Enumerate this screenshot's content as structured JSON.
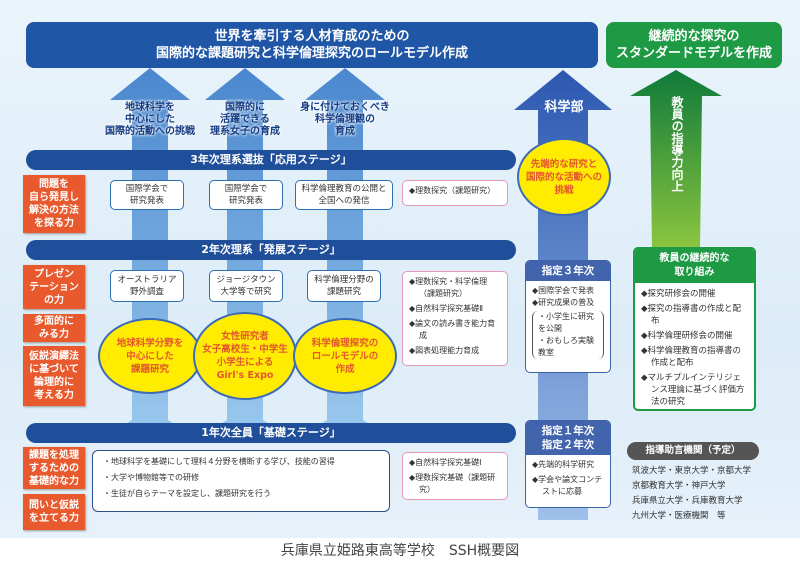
{
  "top_banner": {
    "line1": "世界を牽引する人材育成のための",
    "line2": "国際的な課題研究と科学倫理探究のロールモデル作成"
  },
  "green_banner": {
    "line1": "継続的な探究の",
    "line2": "スタンダードモデルを作成"
  },
  "arrow_labels": [
    {
      "l1": "地球科学を",
      "l2": "中心にした",
      "l3": "国際的活動への挑戦"
    },
    {
      "l1": "国際的に",
      "l2": "活躍できる",
      "l3": "理系女子の育成"
    },
    {
      "l1": "身に付けておくべき",
      "l2": "科学倫理観の",
      "l3": "育成"
    }
  ],
  "stages": {
    "s3": "3年次理系選抜「応用ステージ」",
    "s2": "2年次理系「発展ステージ」",
    "s1": "1年次全員「基礎ステージ」"
  },
  "abilities": [
    {
      "l1": "問題を",
      "l2": "自ら発見し",
      "l3": "解決の方法",
      "l4": "を探る力"
    },
    {
      "l1": "プレゼン",
      "l2": "テーション",
      "l3": "の力"
    },
    {
      "l1": "多面的に",
      "l2": "みる力"
    },
    {
      "l1": "仮説演繹法",
      "l2": "に基づいて",
      "l3": "論理的に",
      "l4": "考える力"
    },
    {
      "l1": "課題を処理",
      "l2": "するための",
      "l3": "基礎的な力"
    },
    {
      "l1": "問いと仮説",
      "l2": "を立てる力"
    }
  ],
  "row3": [
    {
      "l1": "国際学会で",
      "l2": "研究発表"
    },
    {
      "l1": "国際学会で",
      "l2": "研究発表"
    },
    {
      "l1": "科学倫理教育の公開と",
      "l2": "全国への発信"
    }
  ],
  "row3_pink": [
    "◆理数探究（課題研究）"
  ],
  "row2": [
    {
      "l1": "オーストラリア",
      "l2": "野外調査"
    },
    {
      "l1": "ジョージタウン",
      "l2": "大学等で研究"
    },
    {
      "l1": "科学倫理分野の",
      "l2": "課題研究"
    }
  ],
  "row2_pink": [
    "◆理数探究・科学倫理（課題研究）",
    "◆自然科学探究基礎Ⅱ",
    "◆論文の読み書き能力育成",
    "◆図表処理能力育成"
  ],
  "ellipses": [
    {
      "l1": "地球科学分野を",
      "l2": "中心にした",
      "l3": "課題研究"
    },
    {
      "l1": "女性研究者",
      "l2": "女子高校生・中学生",
      "l3": "小学生による",
      "l4": "Girl's Expo"
    },
    {
      "l1": "科学倫理探究の",
      "l2": "ロールモデルの",
      "l3": "作成"
    }
  ],
  "row1_items": [
    "・地球科学を基礎にして理科４分野を横断する学び、技能の習得",
    "・大学や博物館等での研修",
    "・生徒が自らテーマを設定し、課題研究を行う"
  ],
  "row1_pink": [
    "◆自然科学探究基礎Ⅰ",
    "◆理数探究基礎（課題研究）"
  ],
  "science_club": {
    "label": "科学部",
    "ellipse": {
      "l1": "先端的な研究と",
      "l2": "国際的な活動への",
      "l3": "挑戦"
    }
  },
  "year3_box": {
    "title": "指定３年次",
    "items": [
      "◆国際学会で発表",
      "◆研究成果の普及"
    ],
    "sub": [
      "・小学生に研究を公開",
      "・おもしろ実験教室"
    ]
  },
  "year12_box": {
    "title1": "指定１年次",
    "title2": "指定２年次",
    "items": [
      "◆先端的科学研究",
      "◆学会や論文コンテストに応募"
    ]
  },
  "teacher_arrow": "教員の指導力向上",
  "teacher_box": {
    "title1": "教員の継続的な",
    "title2": "取り組み",
    "items": [
      "◆探究研修会の開催",
      "◆探究の指導書の作成と配布",
      "◆科学倫理研修会の開催",
      "◆科学倫理教育の指導書の作成と配布",
      "◆マルチプルインテリジェンス理論に基づく評価方法の研究"
    ]
  },
  "advisors": {
    "title": "指導助言機関（予定）",
    "lines": [
      "筑波大学・東京大学・京都大学",
      "京都教育大学・神戸大学",
      "兵庫県立大学・兵庫教育大学",
      "九州大学・医療機関　等"
    ]
  },
  "footer": "兵庫県立姫路東高等学校　SSH概要図"
}
